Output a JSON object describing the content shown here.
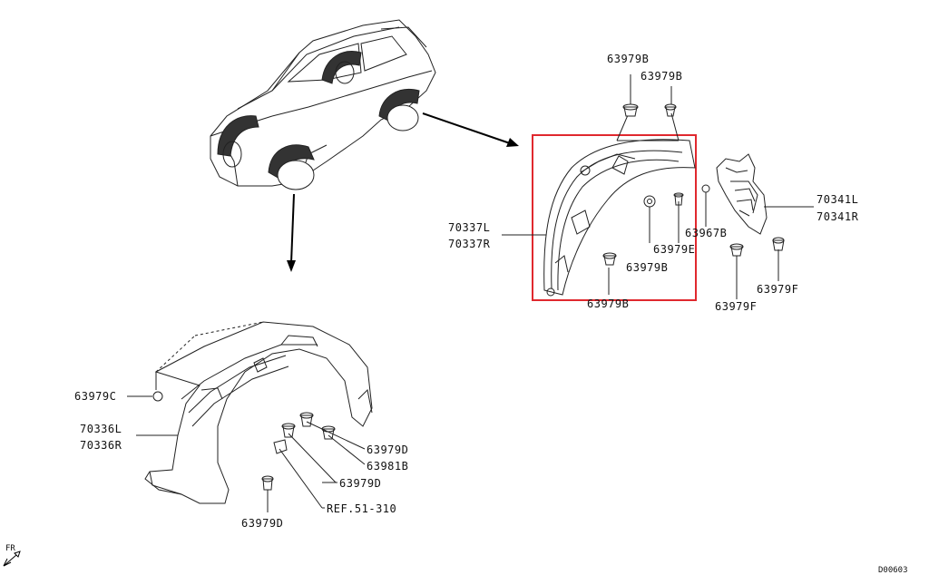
{
  "labels": {
    "p63979B_a": "63979B",
    "p63979B_b": "63979B",
    "p70337L": "70337L",
    "p70337R": "70337R",
    "p63967B": "63967B",
    "p63979E": "63979E",
    "p63979B_c": "63979B",
    "p63979B_d": "63979B",
    "p70341L": "70341L",
    "p70341R": "70341R",
    "p63979F_a": "63979F",
    "p63979F_b": "63979F",
    "p63979C": "63979C",
    "p70336L": "70336L",
    "p70336R": "70336R",
    "p63979D_a": "63979D",
    "p63981B": "63981B",
    "p63979D_b": "63979D",
    "ref": "REF.51-310",
    "p63979D_c": "63979D",
    "fr": "FR",
    "diagram_id": "D00603"
  },
  "highlight_color": "#e0282e"
}
